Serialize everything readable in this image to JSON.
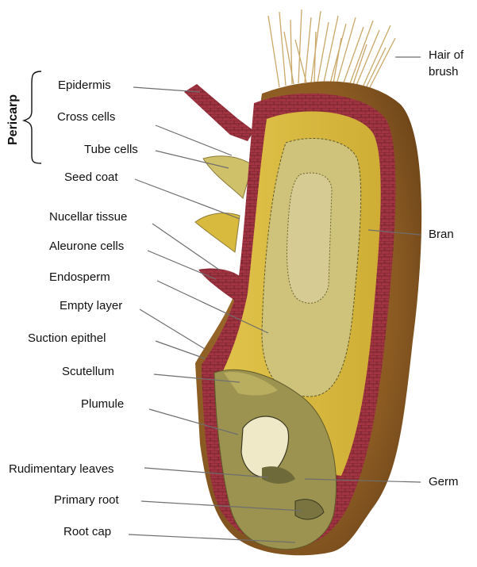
{
  "labels": {
    "pericarp": "Pericarp",
    "epidermis": "Epidermis",
    "cross_cells": "Cross cells",
    "tube_cells": "Tube cells",
    "seed_coat": "Seed coat",
    "nucellar_tissue": "Nucellar tissue",
    "aleurone_cells": "Aleurone cells",
    "endosperm": "Endosperm",
    "empty_layer": "Empty layer",
    "suction_epithel": "Suction epithel",
    "scutellum": "Scutellum",
    "plumule": "Plumule",
    "rudimentary_leaves": "Rudimentary leaves",
    "primary_root": "Primary root",
    "root_cap": "Root cap",
    "hair_of_brush_line1": "Hair of",
    "hair_of_brush_line2": "brush",
    "bran": "Bran",
    "germ": "Germ"
  },
  "colors": {
    "bran_brown": "#8a5a22",
    "pericarp_red": "#9b2f3a",
    "aleurone_red": "#7e2230",
    "endosperm_yellow": "#d8b83c",
    "endosperm_inner": "#c9bc6a",
    "germ_olive": "#9c9350",
    "hair": "#c9a869",
    "leader_line": "#6e6e6e"
  }
}
